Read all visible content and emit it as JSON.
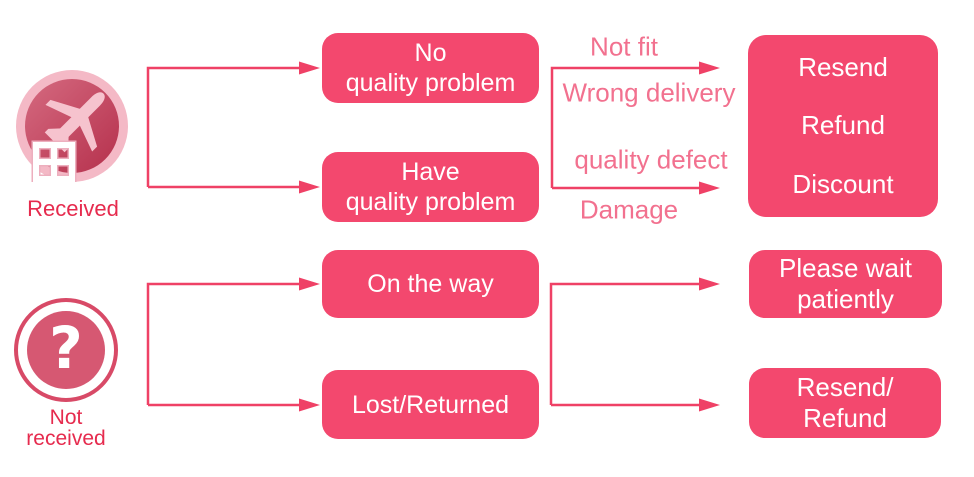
{
  "palette": {
    "box_fill": "#f3486e",
    "box_text": "#ffffff",
    "arrow": "#ef4166",
    "reason_text": "#f2718f",
    "caption_text": "#e62b4e",
    "icon_ring": "#f4b9c6",
    "icon_inner_top": "#d56a80",
    "icon_inner_bottom": "#b5304c",
    "airplane_fill": "#f6c3ce",
    "question_ring": "#d84a67",
    "question_fill": "#d65872"
  },
  "icons": {
    "question_glyph": "?"
  },
  "left": {
    "received_caption": "Received",
    "not_received_caption_line1": "Not",
    "not_received_caption_line2": "received"
  },
  "boxes": {
    "no_quality": {
      "line1": "No",
      "line2": "quality problem"
    },
    "have_quality": {
      "line1": "Have",
      "line2": "quality problem"
    },
    "on_the_way": {
      "line1": "On the way"
    },
    "lost_returned": {
      "line1": "Lost/Returned"
    },
    "outcomes": {
      "line1": "Resend",
      "line2": "Refund",
      "line3": "Discount"
    },
    "wait": {
      "line1": "Please wait",
      "line2": "patiently"
    },
    "resend_refund": {
      "line1": "Resend/",
      "line2": "Refund"
    }
  },
  "reasons": {
    "not_fit": "Not fit",
    "wrong_delivery": "Wrong delivery",
    "quality_defect": "quality defect",
    "damage": "Damage"
  }
}
